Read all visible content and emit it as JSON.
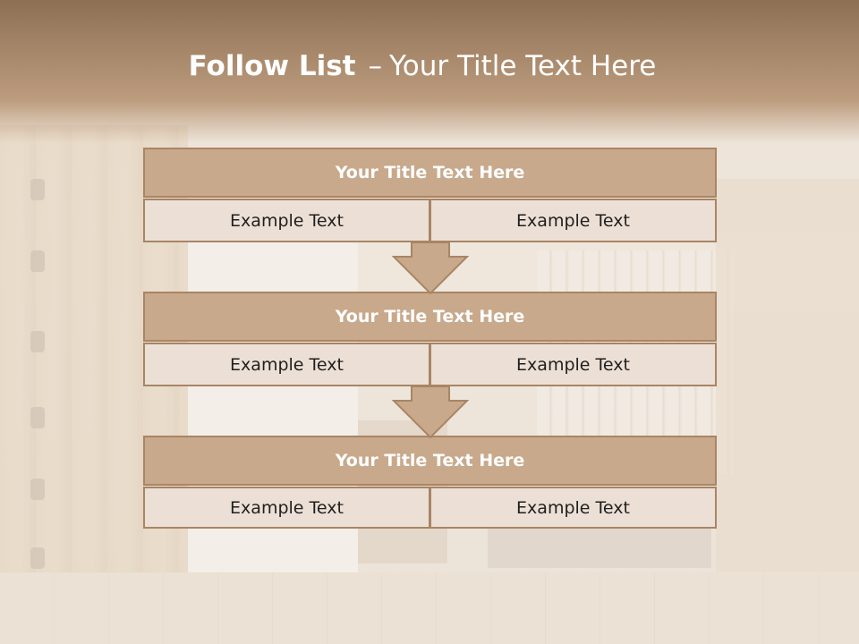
{
  "slide": {
    "title_bold": "Follow List",
    "title_separator": "–",
    "title_rest": "Your Title Text Here"
  },
  "blocks": [
    {
      "title": "Your Title Text Here",
      "left": "Example Text",
      "right": "Example Text"
    },
    {
      "title": "Your Title Text Here",
      "left": "Example Text",
      "right": "Example Text"
    },
    {
      "title": "Your Title Text Here",
      "left": "Example Text",
      "right": "Example Text"
    }
  ],
  "colors": {
    "header": "#a68669",
    "title_fill": "#c8a98b",
    "cell_fill": "#ece0d6",
    "border": "#a88564"
  }
}
